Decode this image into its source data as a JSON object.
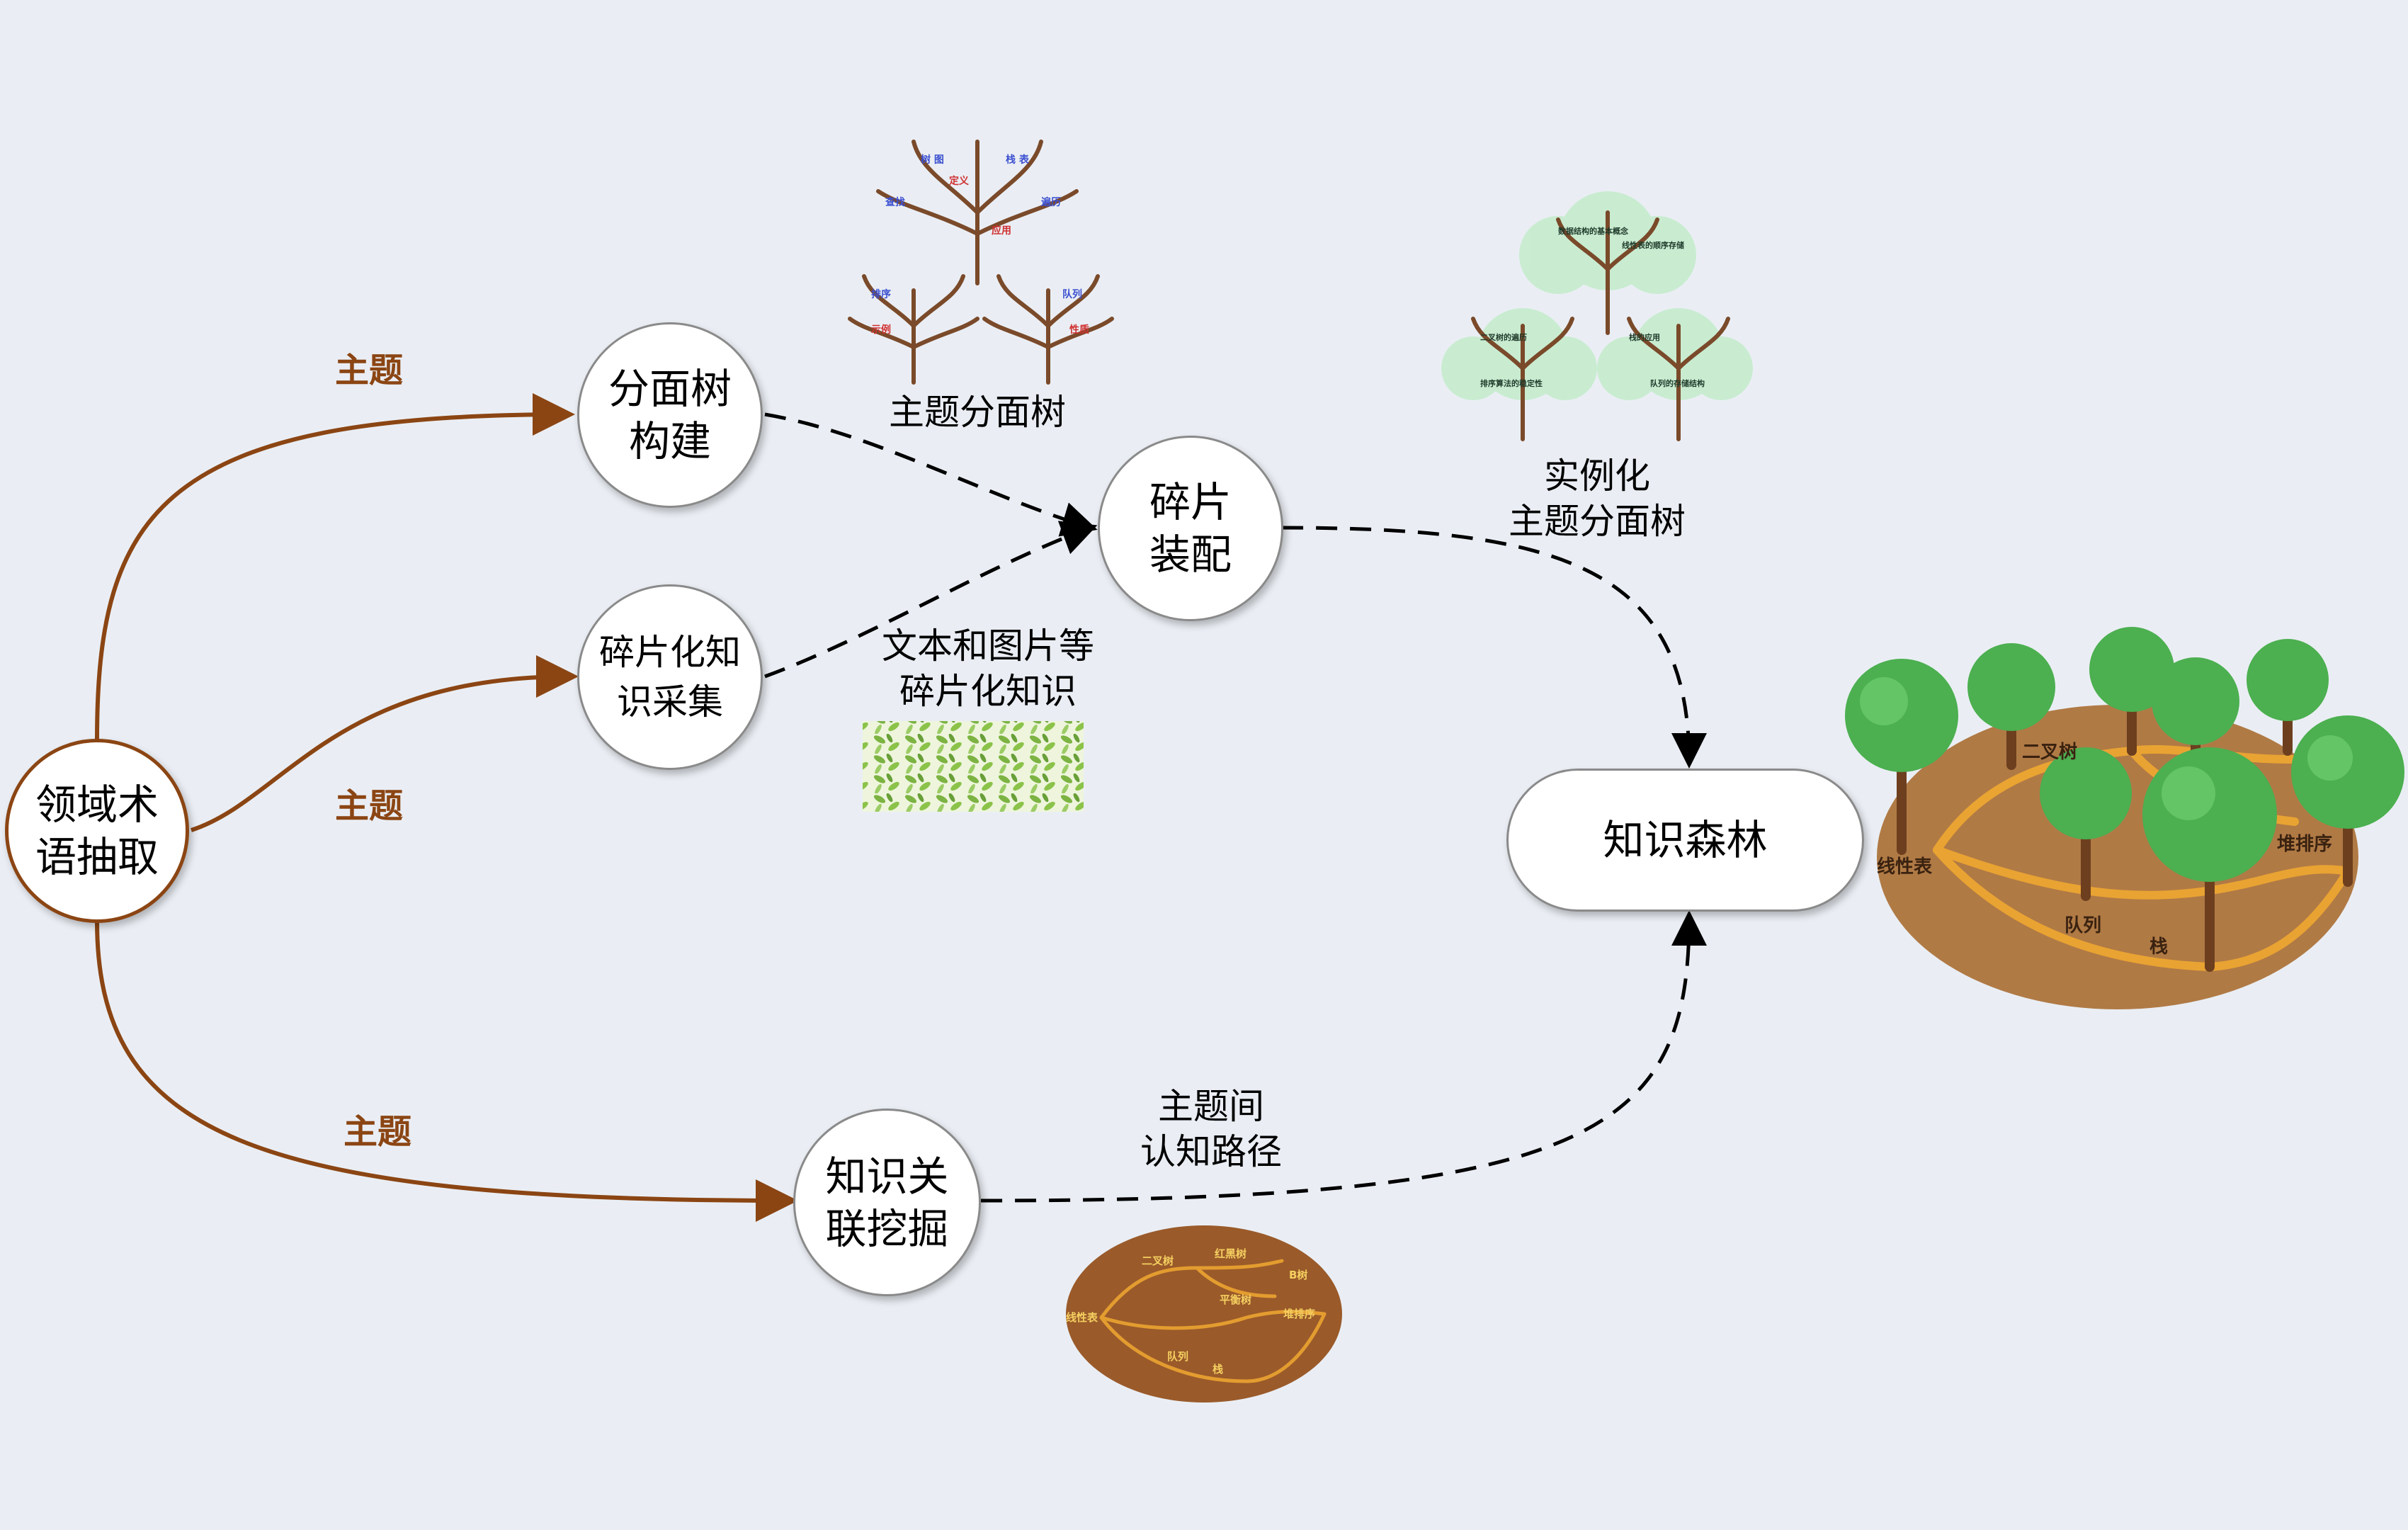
{
  "nodes": {
    "term_extraction": [
      "领域术",
      "语抽取"
    ],
    "facet_tree_build": [
      "分面树",
      "构建"
    ],
    "fragment_collect": [
      "碎片化知",
      "识采集"
    ],
    "fragment_assembly": [
      "碎片",
      "装配"
    ],
    "knowledge_forest": "知识森林",
    "relation_mining": [
      "知识关",
      "联挖掘"
    ]
  },
  "edge_labels": {
    "topic_upper": "主题",
    "topic_middle": "主题",
    "topic_lower": "主题"
  },
  "annotations": {
    "topic_facet_tree": "主题分面树",
    "instantiated_tree": [
      "实例化",
      "主题分面树"
    ],
    "fragment_knowledge": [
      "文本和图片等",
      "碎片化知识"
    ],
    "cognitive_path": [
      "主题间",
      "认知路径"
    ]
  },
  "forest_illustration": {
    "labels": [
      "二叉树",
      "线性表",
      "队列",
      "栈",
      "堆排序"
    ]
  },
  "path_map_illustration": {
    "labels": [
      "二叉树",
      "红黑树",
      "B树",
      "平衡树",
      "堆排序",
      "线性表",
      "队列",
      "栈"
    ]
  },
  "colors": {
    "topic_arrow": "#8b4513",
    "dashed_arrow": "#000000",
    "ground": "#b07a45",
    "path": "#f0a830",
    "foliage": "#4caf50"
  }
}
